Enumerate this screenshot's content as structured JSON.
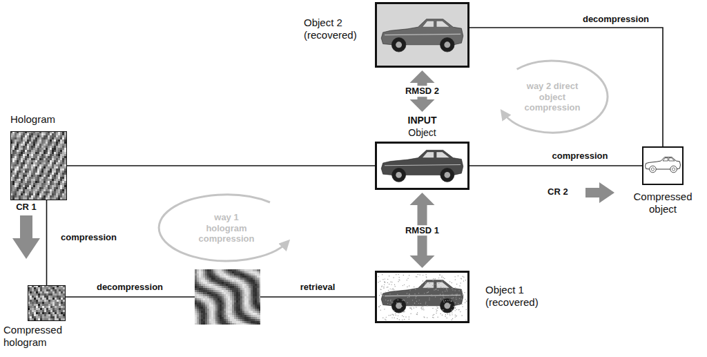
{
  "diagram": {
    "nodes": [
      {
        "text": [
          "Object 2 (recovered)"
        ]
      },
      {
        "text": [
          "Hologram"
        ]
      },
      {
        "text": [
          "INPUT",
          "Object"
        ]
      },
      {
        "text": [
          "Compressed object"
        ]
      },
      {
        "text": [
          "Compressed hologram"
        ]
      },
      {
        "text": [
          "Object 1 (recovered)"
        ]
      }
    ],
    "edges": [
      {
        "from": 1,
        "to": 2,
        "arrow": "none"
      },
      {
        "from": 2,
        "to": 3,
        "label": "compression",
        "arrow": "none"
      },
      {
        "from": 3,
        "to": 0,
        "label": "decompression",
        "arrow": "none"
      },
      {
        "from": 0,
        "to": 2,
        "label": "RMSD 2",
        "arrow": "both"
      },
      {
        "from": 1,
        "to": 4,
        "label": "compression",
        "arrow": "none"
      },
      {
        "from": 4,
        "to": 5,
        "arrow": "none"
      },
      {
        "from": 2,
        "to": 5,
        "label": "RMSD 1",
        "arrow": "both"
      }
    ],
    "labels": [
      "way 2 direct object compression",
      "CR 2",
      "CR 1",
      "way 1 hologram compression",
      "decompression",
      "retrieval"
    ]
  }
}
